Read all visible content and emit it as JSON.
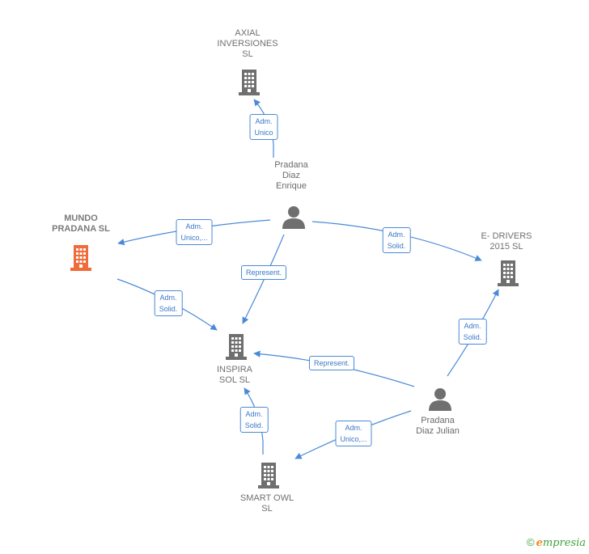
{
  "colors": {
    "edge": "#4a8ad6",
    "building": "#6f6f6f",
    "building_main": "#f06a3a",
    "person": "#6f6f6f",
    "brand": "#3fa33f",
    "brand_accent": "#f08a1c"
  },
  "nodes": [
    {
      "id": "axial",
      "type": "company",
      "label": [
        "AXIAL",
        "INVERSIONES",
        "SL"
      ],
      "icon": "building-icon"
    },
    {
      "id": "mundo",
      "type": "company",
      "main": true,
      "label": [
        "MUNDO",
        "PRADANA  SL"
      ],
      "icon": "building-icon"
    },
    {
      "id": "edrivers",
      "type": "company",
      "label": [
        "E- DRIVERS",
        "2015  SL"
      ],
      "icon": "building-icon"
    },
    {
      "id": "inspira",
      "type": "company",
      "label": [
        "INSPIRA",
        "SOL  SL"
      ],
      "icon": "building-icon"
    },
    {
      "id": "smartowl",
      "type": "company",
      "label": [
        "SMART OWL",
        "SL"
      ],
      "icon": "building-icon"
    },
    {
      "id": "enrique",
      "type": "person",
      "label": [
        "Pradana",
        "Diaz",
        "Enrique"
      ],
      "icon": "person-icon"
    },
    {
      "id": "julian",
      "type": "person",
      "label": [
        "Pradana",
        "Diaz Julian"
      ],
      "icon": "person-icon"
    }
  ],
  "edges": [
    {
      "from": "enrique",
      "to": "axial",
      "label": [
        "Adm.",
        "Unico"
      ]
    },
    {
      "from": "enrique",
      "to": "mundo",
      "label": [
        "Adm.",
        "Unico,..."
      ]
    },
    {
      "from": "enrique",
      "to": "edrivers",
      "label": [
        "Adm.",
        "Solid."
      ]
    },
    {
      "from": "enrique",
      "to": "inspira",
      "label": [
        "Represent."
      ]
    },
    {
      "from": "mundo",
      "to": "inspira",
      "label": [
        "Adm.",
        "Solid."
      ]
    },
    {
      "from": "julian",
      "to": "inspira",
      "label": [
        "Represent."
      ]
    },
    {
      "from": "julian",
      "to": "edrivers",
      "label": [
        "Adm.",
        "Solid."
      ]
    },
    {
      "from": "julian",
      "to": "smartowl",
      "label": [
        "Adm.",
        "Unico,..."
      ]
    },
    {
      "from": "smartowl",
      "to": "inspira",
      "label": [
        "Adm.",
        "Solid."
      ]
    }
  ],
  "footer": {
    "copyright": "©",
    "brand_initial": "e",
    "brand_rest": "mpresia"
  }
}
